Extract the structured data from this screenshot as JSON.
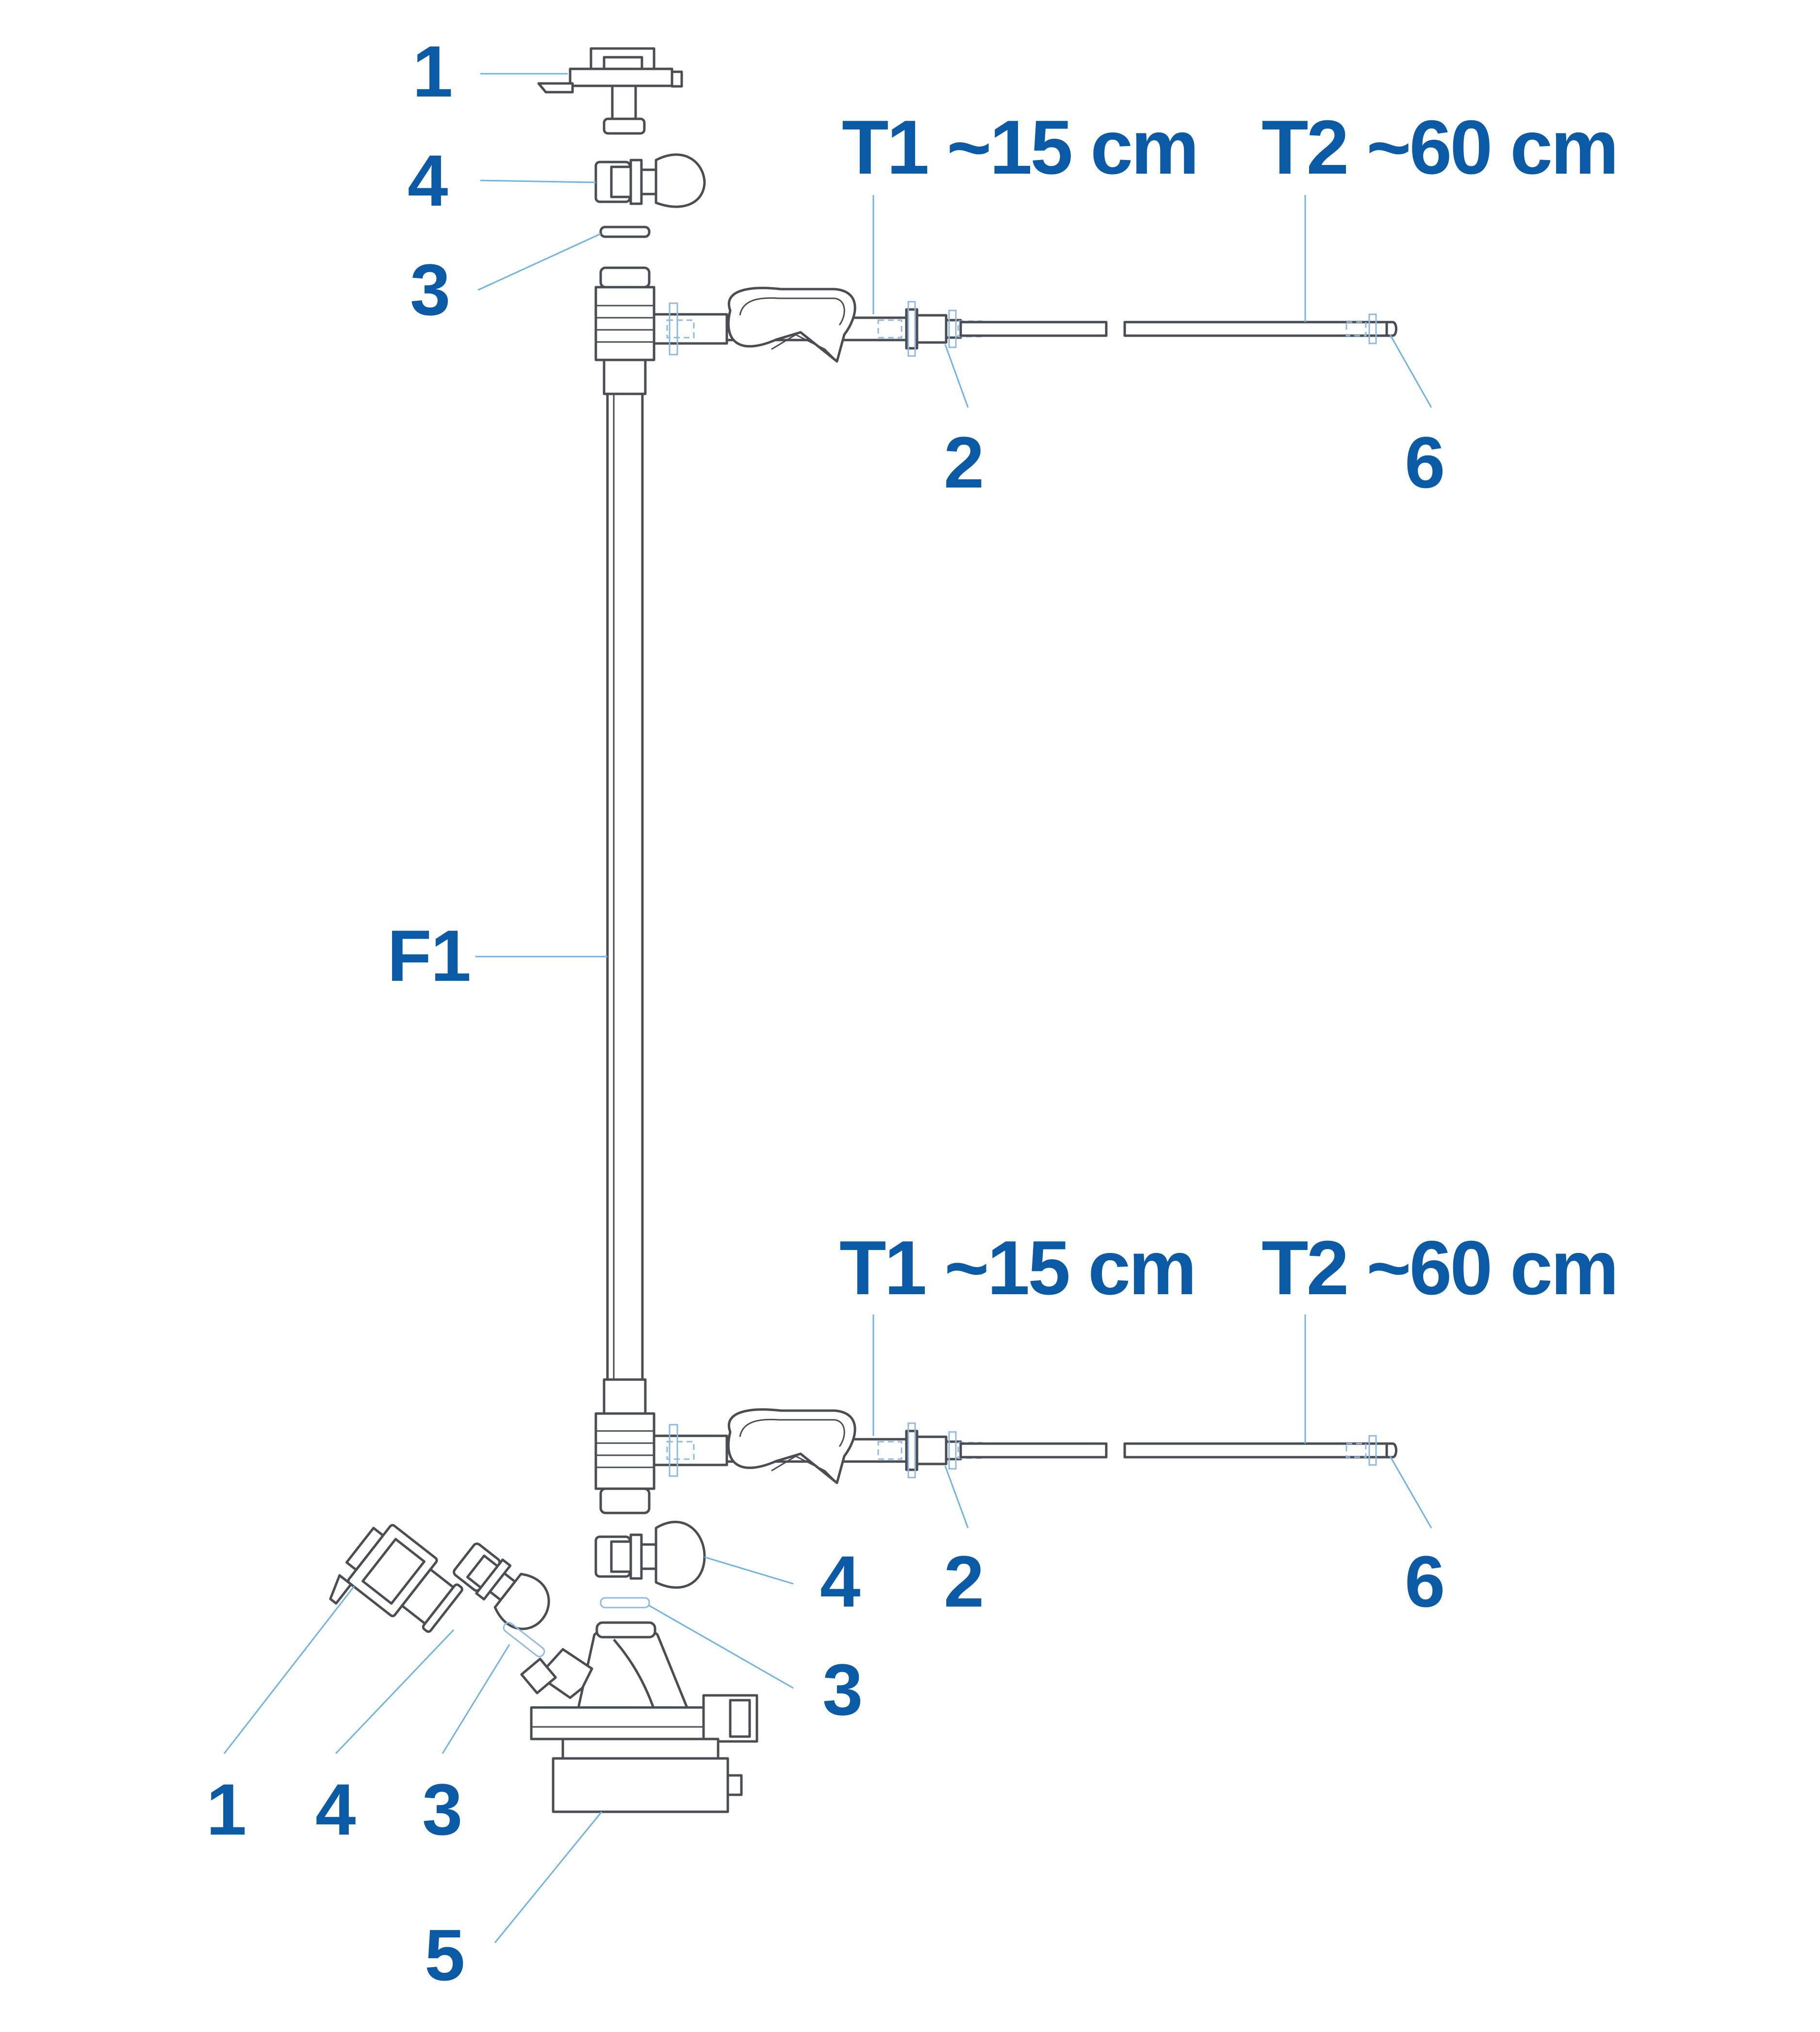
{
  "colors": {
    "label": "#0b5aa6",
    "leader": "#6fb3e6",
    "outline": "#4a4e54"
  },
  "labels": {
    "top_1": "1",
    "top_4": "4",
    "top_3": "3",
    "top_T1": "T1 ~15 cm",
    "top_T2": "T2 ~60 cm",
    "top_2": "2",
    "top_6": "6",
    "F1": "F1",
    "bottom_T1": "T1 ~15 cm",
    "bottom_T2": "T2 ~60 cm",
    "bottom_4": "4",
    "bottom_2": "2",
    "bottom_6": "6",
    "bottom_3": "3",
    "left_1": "1",
    "left_4": "4",
    "left_3": "3",
    "label_5": "5"
  }
}
